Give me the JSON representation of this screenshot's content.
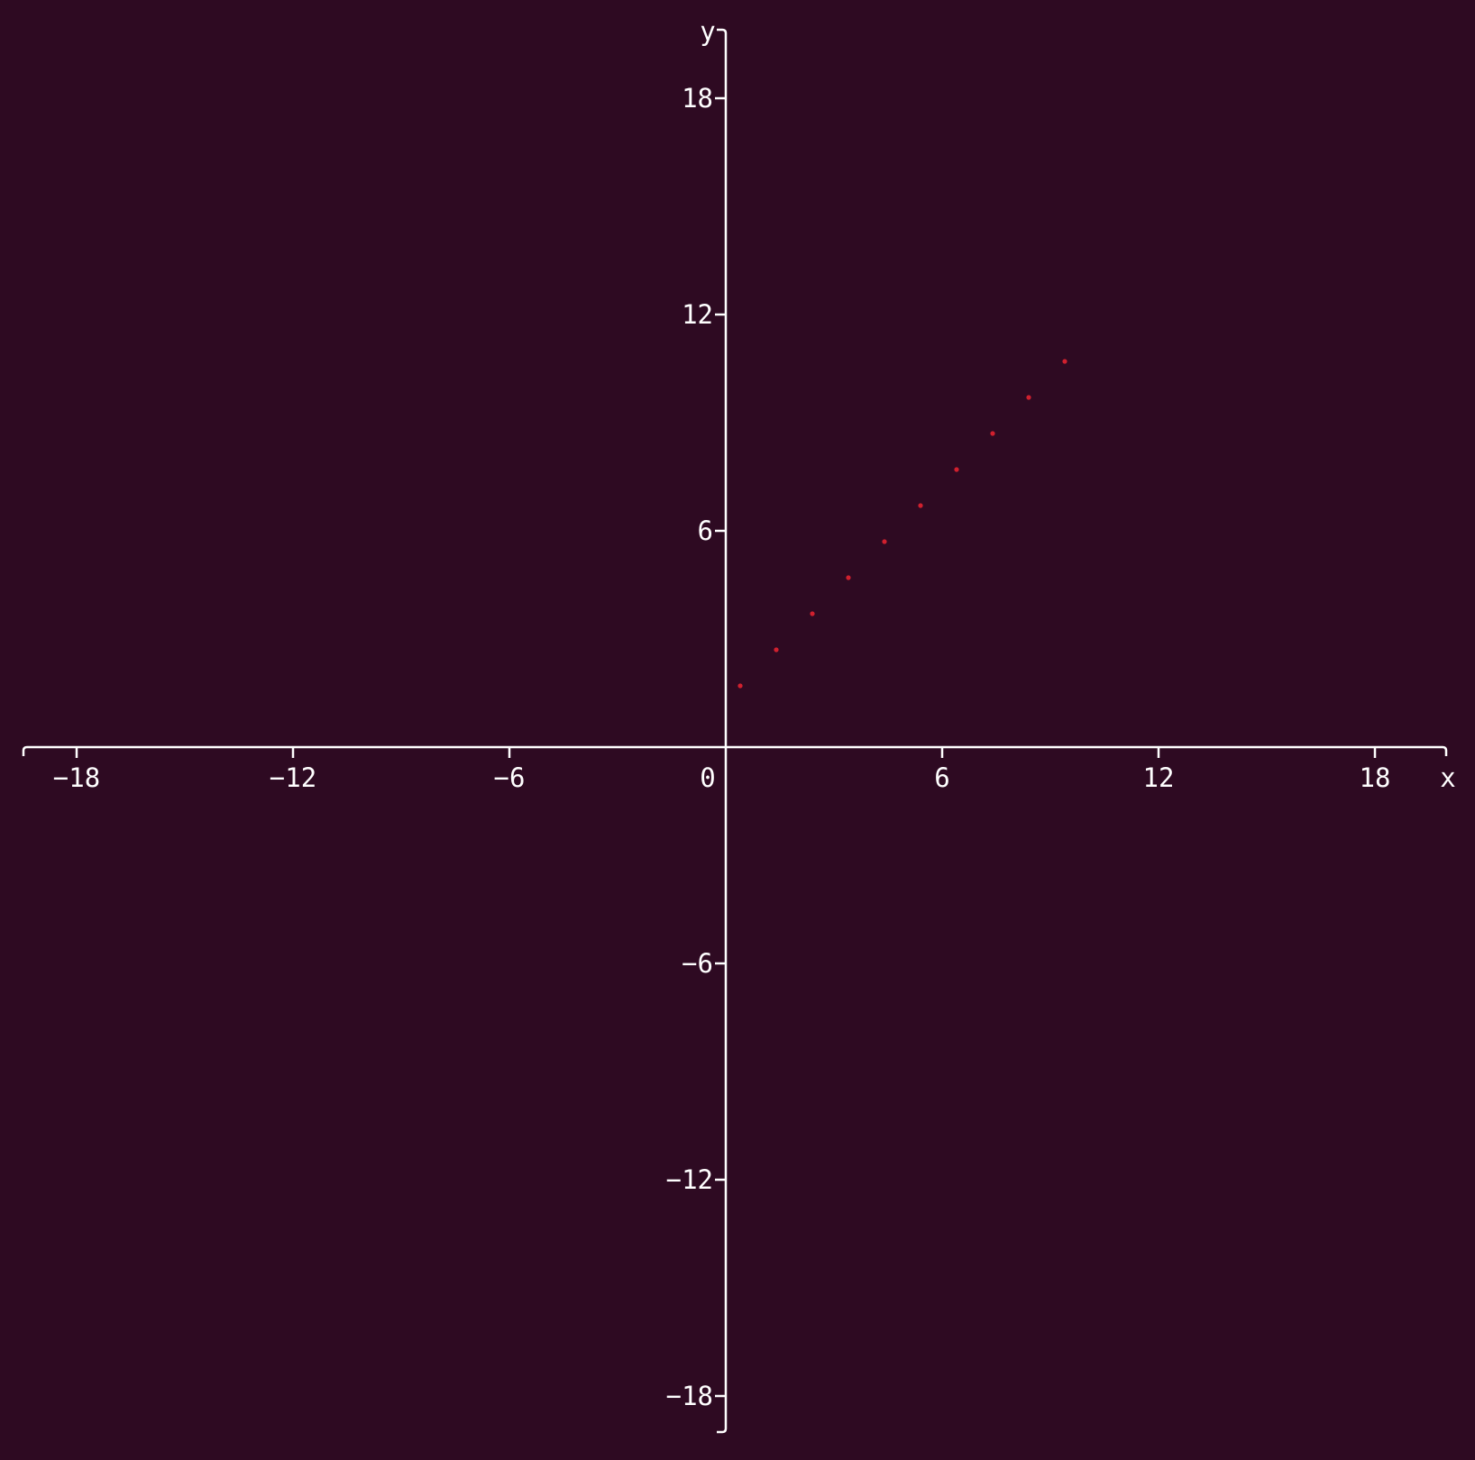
{
  "colors": {
    "background": "#2e0a22",
    "axis": "#ffffff",
    "point": "#d0202e"
  },
  "chart_data": {
    "type": "scatter",
    "title": "",
    "xlabel": "x",
    "ylabel": "y",
    "xlim": [
      -19.5,
      20.0
    ],
    "ylim": [
      -19.5,
      20.0
    ],
    "grid": false,
    "x_ticks": [
      -18,
      -12,
      -6,
      0,
      6,
      12,
      18
    ],
    "y_ticks": [
      -18,
      -12,
      -6,
      6,
      12,
      18
    ],
    "x_tick_labels": [
      "−18",
      "−12",
      "−6",
      "0",
      "6",
      "12",
      "18"
    ],
    "y_tick_labels": [
      "−18",
      "−12",
      "−6",
      "6",
      "12",
      "18"
    ],
    "series": [
      {
        "x": [
          0.4,
          1.4,
          2.4,
          3.4,
          4.4,
          5.4,
          6.4,
          7.4,
          8.4,
          9.4
        ],
        "y": [
          1.7,
          2.7,
          3.7,
          4.7,
          5.7,
          6.7,
          7.7,
          8.7,
          9.7,
          10.7
        ]
      }
    ]
  }
}
